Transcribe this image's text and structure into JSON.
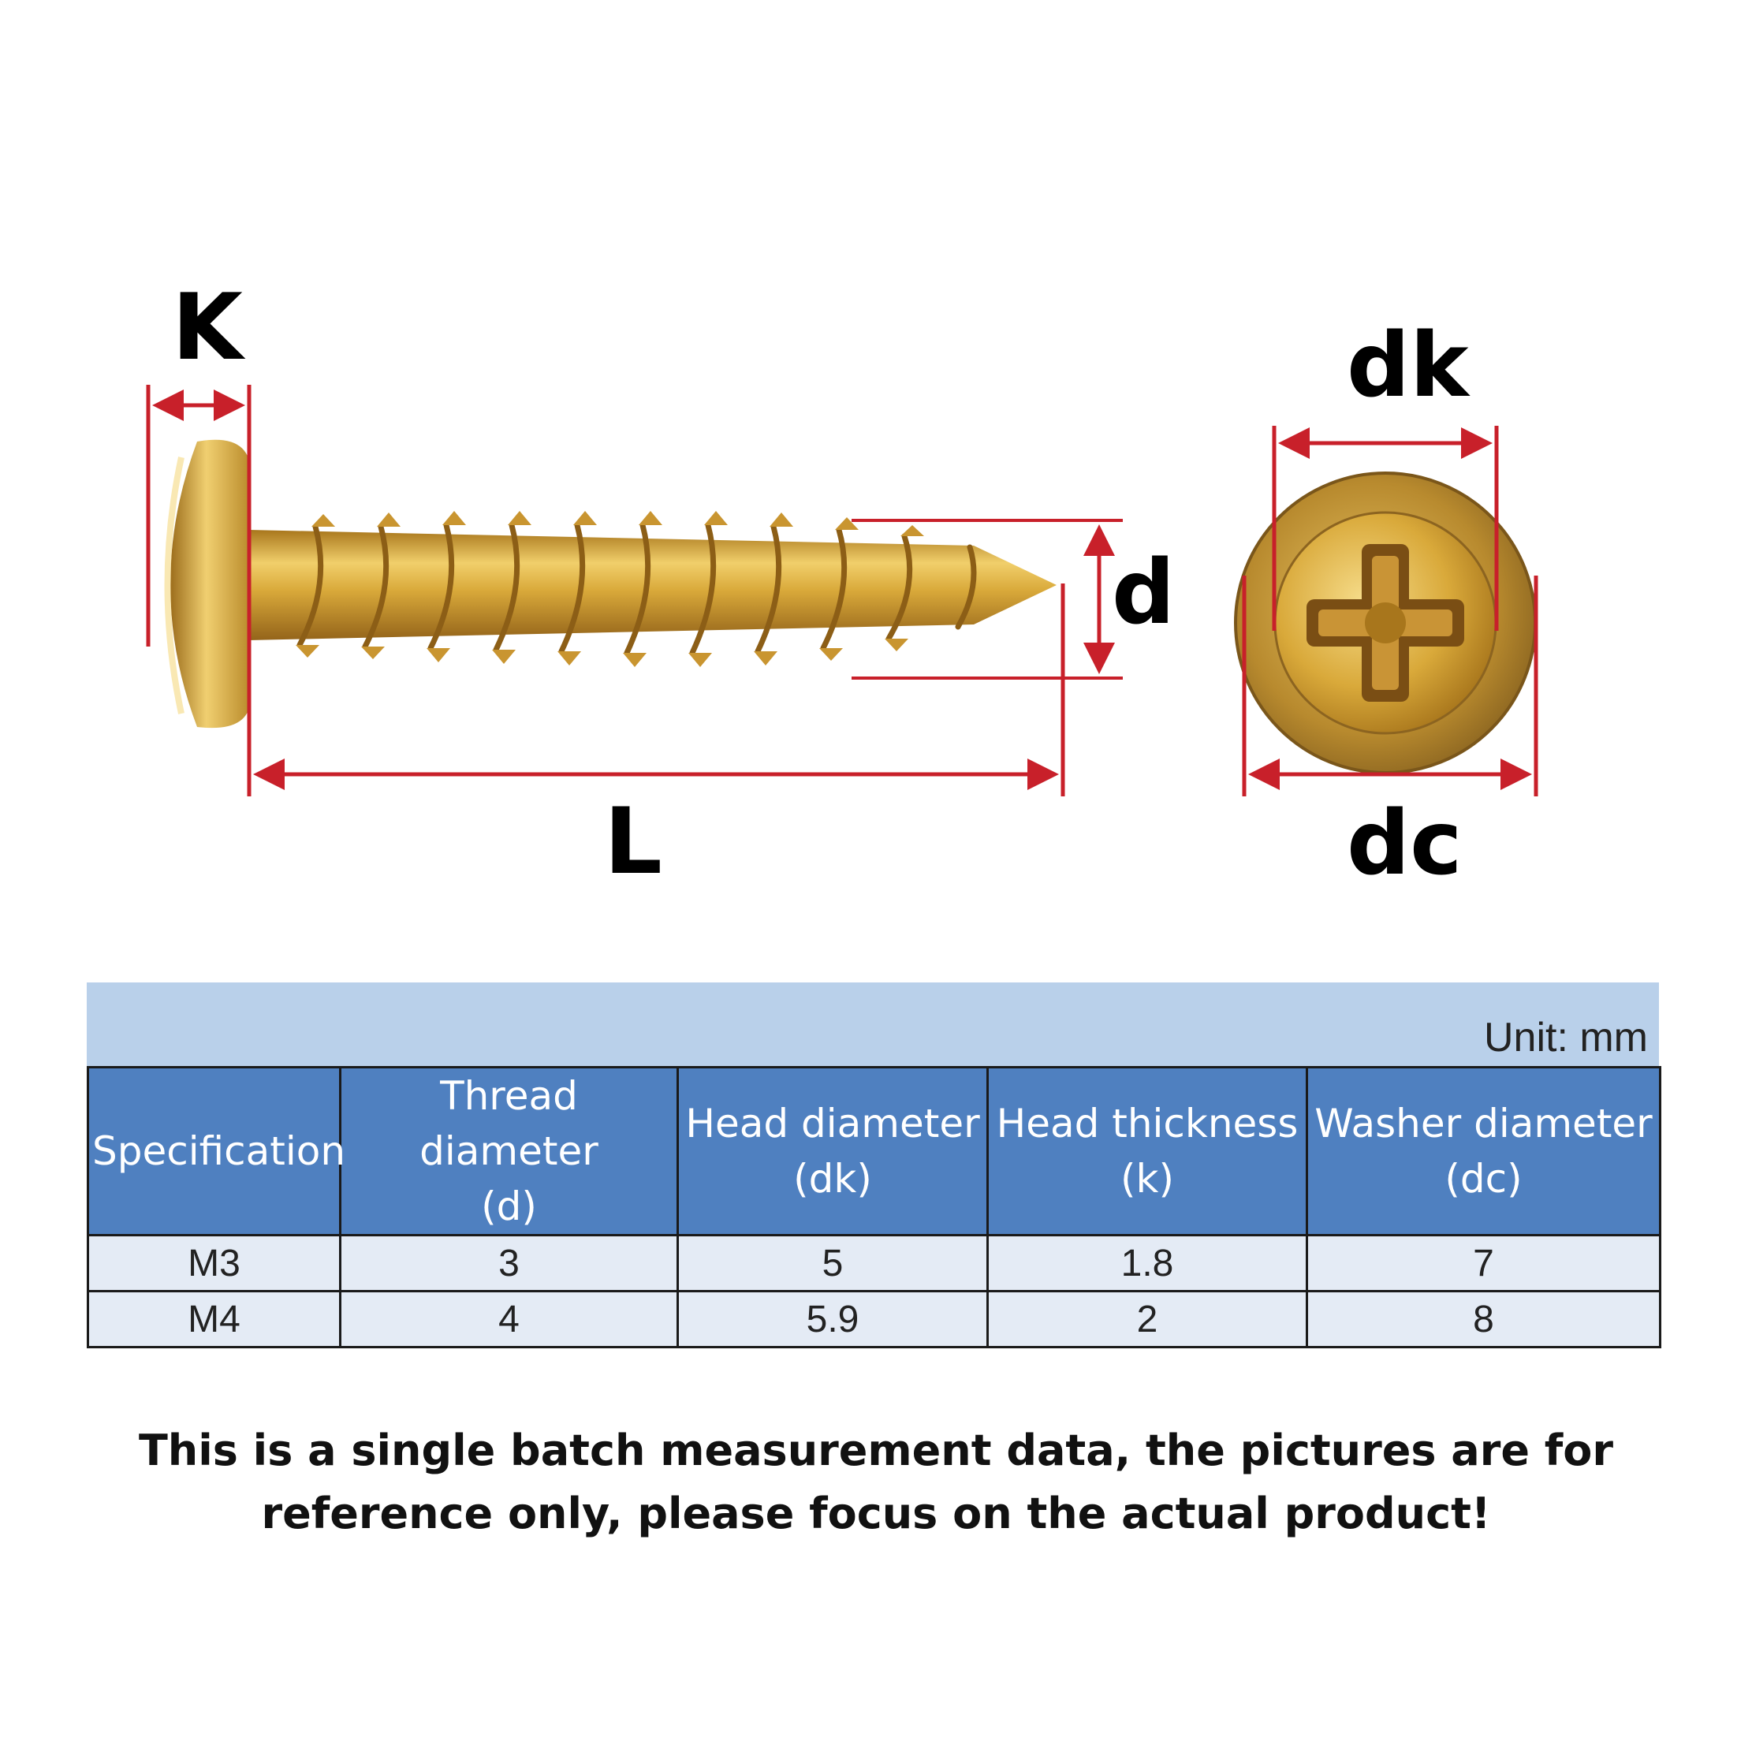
{
  "labels": {
    "k": "K",
    "dk": "dk",
    "d": "d",
    "l": "L",
    "dc": "dc"
  },
  "colors": {
    "dimension_line": "#c8202a",
    "screw_gold": "#d9a93a",
    "header_blue": "#4f80c0",
    "unit_bar": "#b9d0ea",
    "row_fill": "#e4ebf5"
  },
  "table": {
    "unit": "Unit: mm",
    "headers": [
      {
        "line1": "Specification",
        "line2": ""
      },
      {
        "line1": "Thread diameter",
        "line2": "(d)"
      },
      {
        "line1": "Head diameter",
        "line2": "(dk)"
      },
      {
        "line1": "Head thickness",
        "line2": "(k)"
      },
      {
        "line1": "Washer diameter",
        "line2": "(dc)"
      }
    ],
    "rows": [
      [
        "M3",
        "3",
        "5",
        "1.8",
        "7"
      ],
      [
        "M4",
        "4",
        "5.9",
        "2",
        "8"
      ]
    ]
  },
  "note": {
    "line1": "This is a single batch measurement data, the pictures are for",
    "line2": "reference only, please focus on the actual product!"
  }
}
